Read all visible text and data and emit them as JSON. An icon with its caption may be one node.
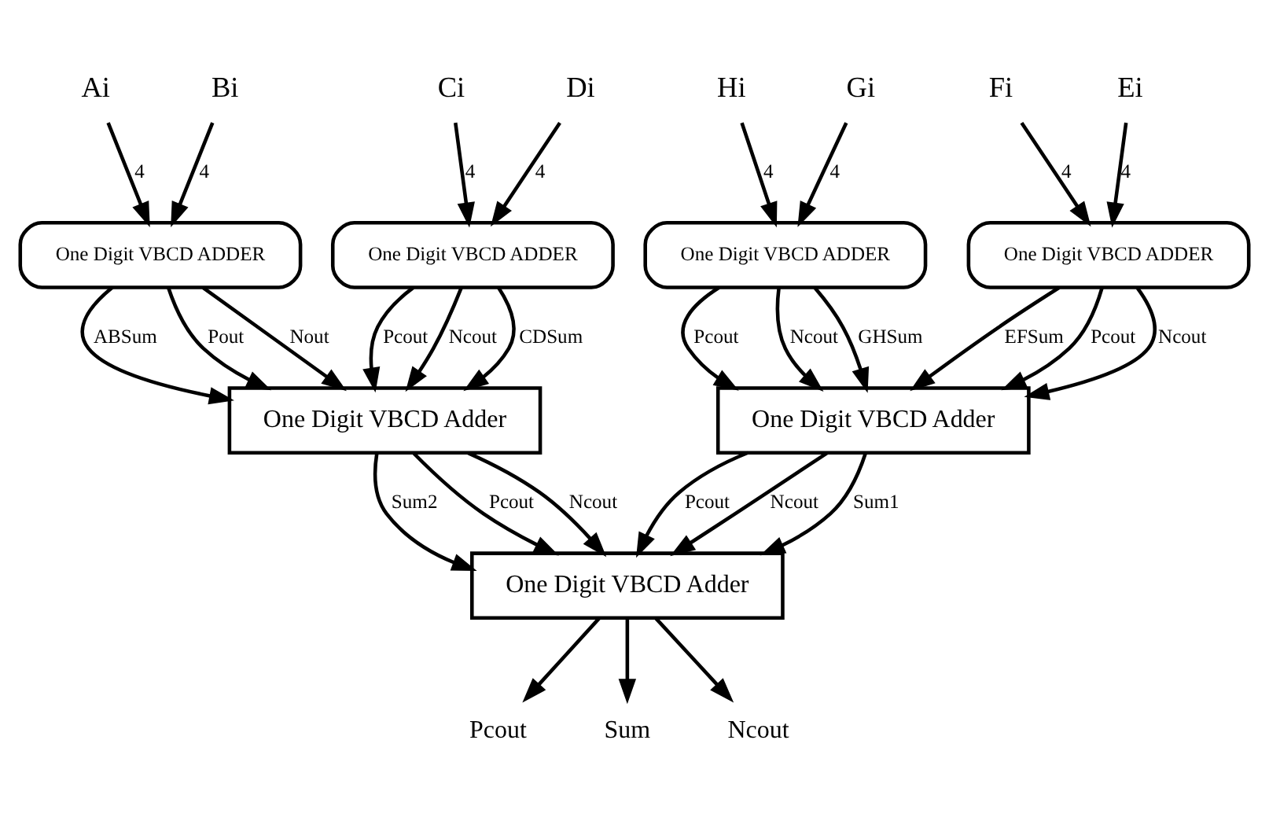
{
  "diagram": {
    "nodes": [
      {
        "text": [
          "Hi"
        ]
      },
      {
        "text": [
          "Gi"
        ]
      },
      {
        "text": [
          "Fi"
        ]
      },
      {
        "text": [
          "Ei"
        ]
      },
      {
        "text": [
          "Di"
        ]
      },
      {
        "text": [
          "Ci"
        ]
      },
      {
        "text": [
          "Bi"
        ]
      },
      {
        "text": [
          "Ai"
        ]
      },
      {
        "text": [
          "One Digit VBCD ADDER"
        ]
      },
      {
        "text": [
          "One Digit VBCD ADDER"
        ]
      },
      {
        "text": [
          "One Digit VBCD ADDER"
        ]
      },
      {
        "text": [
          "One Digit VBCD ADDER"
        ]
      },
      {
        "text": [
          "One Digit VBCD Adder"
        ]
      },
      {
        "text": [
          "One Digit VBCD Adder"
        ]
      },
      {
        "text": [
          "One Digit VBCD Adder"
        ]
      },
      {
        "text": [
          "Pcout"
        ]
      },
      {
        "text": [
          "Sum"
        ]
      },
      {
        "text": [
          "Ncout"
        ]
      }
    ],
    "edges": [
      {
        "from": 0,
        "to": 8,
        "arrow": "to",
        "label": "4"
      },
      {
        "from": 1,
        "to": 8,
        "arrow": "to",
        "label": "4"
      },
      {
        "from": 2,
        "to": 9,
        "arrow": "to",
        "label": "4"
      },
      {
        "from": 3,
        "to": 9,
        "arrow": "to",
        "label": "4"
      },
      {
        "from": 4,
        "to": 10,
        "arrow": "to",
        "label": "4"
      },
      {
        "from": 5,
        "to": 10,
        "arrow": "to",
        "label": "4"
      },
      {
        "from": 6,
        "to": 11,
        "arrow": "to",
        "label": "4"
      },
      {
        "from": 7,
        "to": 11,
        "arrow": "to",
        "label": "4"
      },
      {
        "from": 8,
        "to": 12,
        "arrow": "to",
        "label": "Pcout"
      },
      {
        "from": 8,
        "to": 12,
        "arrow": "to",
        "label": "Ncout"
      },
      {
        "from": 8,
        "to": 12,
        "arrow": "to",
        "label": "GHSum"
      },
      {
        "from": 9,
        "to": 12,
        "arrow": "to",
        "label": "EFSum"
      },
      {
        "from": 9,
        "to": 12,
        "arrow": "to",
        "label": "Pcout"
      },
      {
        "from": 9,
        "to": 12,
        "arrow": "to",
        "label": "Ncout"
      },
      {
        "from": 10,
        "to": 13,
        "arrow": "to",
        "label": "Pcout"
      },
      {
        "from": 10,
        "to": 13,
        "arrow": "to",
        "label": "Ncout"
      },
      {
        "from": 10,
        "to": 13,
        "arrow": "to",
        "label": "CDSum"
      },
      {
        "from": 11,
        "to": 13,
        "arrow": "to",
        "label": "ABSum"
      },
      {
        "from": 11,
        "to": 13,
        "arrow": "to",
        "label": "Pout"
      },
      {
        "from": 11,
        "to": 13,
        "arrow": "to",
        "label": "Nout"
      },
      {
        "from": 12,
        "to": 14,
        "arrow": "to",
        "label": "Pcout"
      },
      {
        "from": 12,
        "to": 14,
        "arrow": "to",
        "label": "Ncout"
      },
      {
        "from": 12,
        "to": 14,
        "arrow": "to",
        "label": "Sum1"
      },
      {
        "from": 13,
        "to": 14,
        "arrow": "to",
        "label": "Sum2"
      },
      {
        "from": 13,
        "to": 14,
        "arrow": "to",
        "label": "Pcout"
      },
      {
        "from": 13,
        "to": 14,
        "arrow": "to",
        "label": "Ncout"
      },
      {
        "from": 14,
        "to": 15,
        "arrow": "to"
      },
      {
        "from": 14,
        "to": 16,
        "arrow": "to"
      },
      {
        "from": 14,
        "to": 17,
        "arrow": "to"
      }
    ]
  }
}
